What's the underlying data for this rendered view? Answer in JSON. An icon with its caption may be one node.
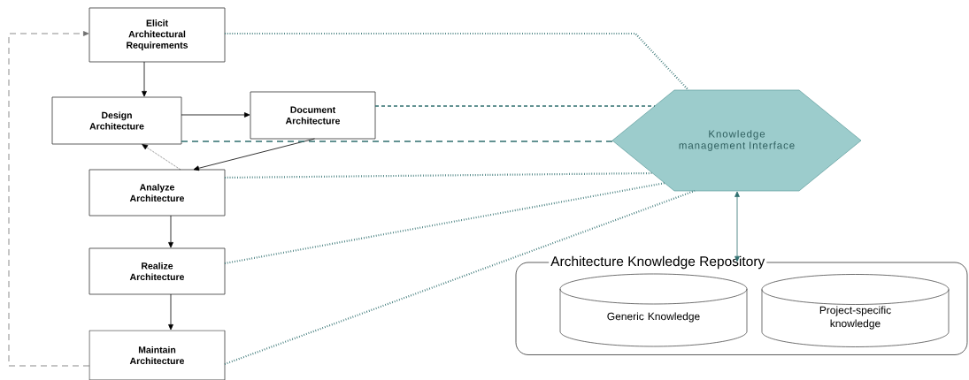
{
  "diagram": {
    "nodes": [
      {
        "text": [
          "Elicit Architectural Requirements"
        ]
      },
      {
        "text": [
          "Design Architecture"
        ]
      },
      {
        "text": [
          "Document Architecture"
        ]
      },
      {
        "text": [
          "Analyze Architecture"
        ]
      },
      {
        "text": [
          "Realize Architecture"
        ]
      },
      {
        "text": [
          "Maintain Architecture"
        ]
      },
      {
        "text": [
          "Knowledge management Interface"
        ]
      },
      {
        "text": [
          "Architecture Knowledge Repository"
        ]
      },
      {
        "text": [
          "Generic Knowledge"
        ],
        "in": 7
      },
      {
        "text": [
          "Project-specific knowledge"
        ],
        "in": 7
      }
    ],
    "edges": [
      {
        "from": 0,
        "to": 1,
        "arrow": "to",
        "color": "#000000"
      },
      {
        "from": 1,
        "to": 2,
        "arrow": "to",
        "color": "#000000"
      },
      {
        "from": 2,
        "to": 3,
        "arrow": "to",
        "color": "#000000"
      },
      {
        "from": 3,
        "to": 1,
        "arrow": "to",
        "style": "dashed",
        "color": "#000000"
      },
      {
        "from": 3,
        "to": 4,
        "arrow": "to",
        "color": "#000000"
      },
      {
        "from": 4,
        "to": 5,
        "arrow": "to",
        "color": "#000000"
      },
      {
        "from": 5,
        "to": 0,
        "arrow": "to",
        "style": "dashed",
        "color": "#707070"
      },
      {
        "from": 0,
        "to": 6,
        "arrow": "none",
        "style": "dashed"
      },
      {
        "from": 2,
        "to": 6,
        "arrow": "none",
        "style": "dashed"
      },
      {
        "from": 1,
        "to": 6,
        "arrow": "none",
        "style": "dashed"
      },
      {
        "from": 3,
        "to": 6,
        "arrow": "none",
        "style": "dashed"
      },
      {
        "from": 4,
        "to": 6,
        "arrow": "none",
        "style": "dashed"
      },
      {
        "from": 5,
        "to": 6,
        "arrow": "none",
        "style": "dashed"
      },
      {
        "from": 6,
        "to": 7,
        "arrow": "both"
      }
    ]
  }
}
